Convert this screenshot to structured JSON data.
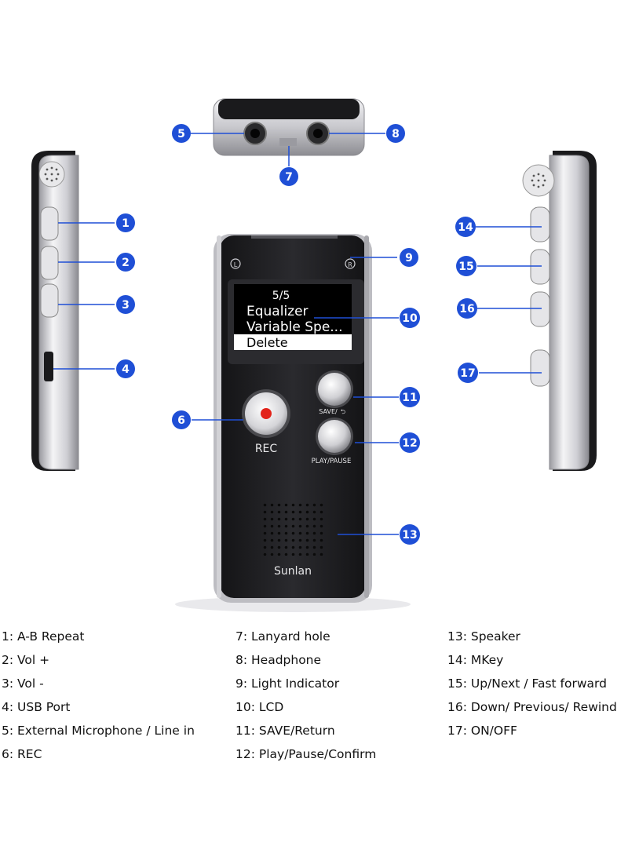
{
  "screen": {
    "line1": "5/5",
    "line2": "Equalizer",
    "line3": "Variable Spe...",
    "line4": "Delete"
  },
  "device": {
    "rec_label": "REC",
    "save_label": "SAVE/",
    "return_glyph": "⮌",
    "play_label": "PLAY/PAUSE",
    "brand": "Sunlan",
    "left_channel": "L",
    "right_channel": "R"
  },
  "callouts": [
    "1",
    "2",
    "3",
    "4",
    "5",
    "6",
    "7",
    "8",
    "9",
    "10",
    "11",
    "12",
    "13",
    "14",
    "15",
    "16",
    "17"
  ],
  "legend": {
    "col1": [
      "1: A-B Repeat",
      "2: Vol +",
      "3: Vol -",
      "4: USB Port",
      "5: External Microphone / Line in",
      "6: REC"
    ],
    "col2": [
      "7: Lanyard hole",
      "8: Headphone",
      "9: Light Indicator",
      "10: LCD",
      "11: SAVE/Return",
      "12: Play/Pause/Confirm"
    ],
    "col3": [
      "13: Speaker",
      "14: MKey",
      "15: Up/Next / Fast forward",
      "16: Down/ Previous/ Rewind",
      "17: ON/OFF"
    ]
  },
  "colors": {
    "callout_blue": "#1f4fd6",
    "body_black": "#1c1c1e",
    "silver": "#d9d9dc",
    "rec_red": "#e2231a"
  }
}
